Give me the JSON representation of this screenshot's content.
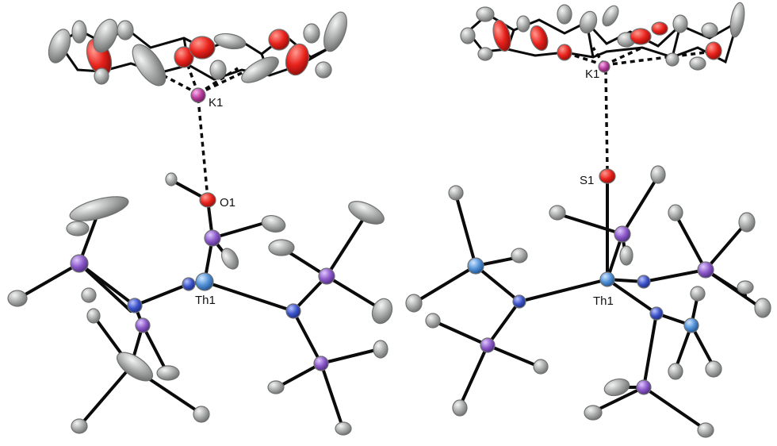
{
  "figure": {
    "left": {
      "labels": {
        "potassium": "K1",
        "chalcogen": "O1",
        "thorium": "Th1"
      }
    },
    "right": {
      "labels": {
        "potassium": "K1",
        "chalcogen": "S1",
        "thorium": "Th1"
      }
    }
  },
  "colors": {
    "carbon": "#a9abab",
    "oxygen": "#e8211b",
    "nitrogen": "#3a52c8",
    "silicon": "#8a57c8",
    "potassium": "#b43a9a",
    "thorium": "#4f8fd6",
    "sulfur": "#d8c936",
    "bond": "#0b0b0b"
  }
}
